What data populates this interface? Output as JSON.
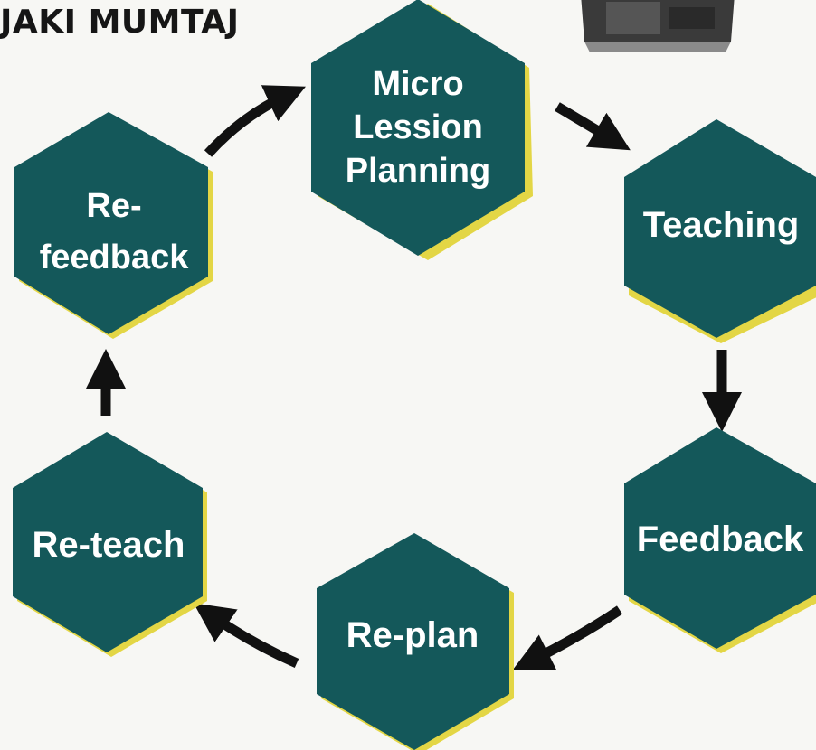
{
  "header": {
    "title": "JAKI MUMTAJ"
  },
  "cycle": {
    "steps": [
      {
        "id": "micro-lesson-planning",
        "lines": [
          "Micro",
          "Lession",
          "Planning"
        ]
      },
      {
        "id": "teaching",
        "lines": [
          "Teaching"
        ]
      },
      {
        "id": "feedback",
        "lines": [
          "Feedback"
        ]
      },
      {
        "id": "re-plan",
        "lines": [
          "Re-plan"
        ]
      },
      {
        "id": "re-teach",
        "lines": [
          "Re-teach"
        ]
      },
      {
        "id": "re-feedback",
        "lines": [
          "Re-",
          "feedback"
        ]
      }
    ],
    "colors": {
      "hexagon_fill": "#14585a",
      "hexagon_shadow": "#e3d645",
      "arrow": "#111111",
      "label": "#ffffff"
    }
  }
}
